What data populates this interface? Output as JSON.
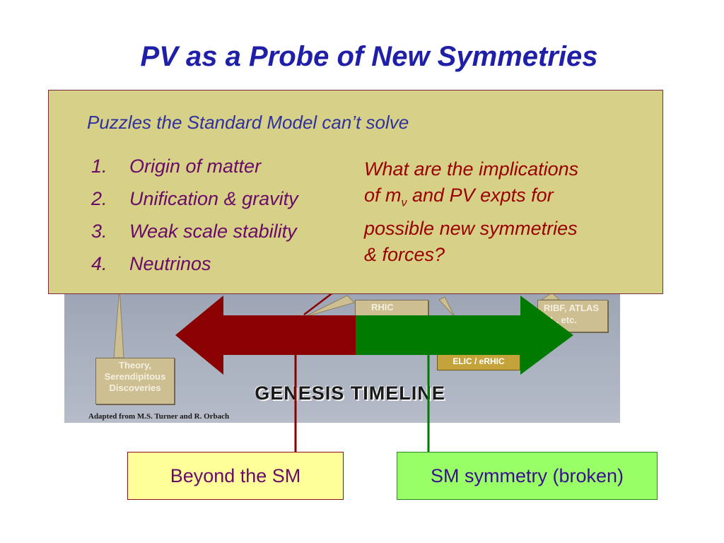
{
  "slide": {
    "title": "PV as a Probe of New Symmetries"
  },
  "timeline": {
    "theory_label_1": "Theory,",
    "theory_label_2": "Serendipitous",
    "theory_label_3": "Discoveries",
    "rhic_label": "RHIC",
    "rib_label_1": "RIBF, ATLAS",
    "rib_label_2": "CL, etc.",
    "elic_label": "ELIC / eRHIC",
    "heading": "GENESIS TIMELINE",
    "credit": "Adapted from M.S. Turner and R. Orbach"
  },
  "puzzles": {
    "heading": "Puzzles the Standard Model can’t solve",
    "items": [
      {
        "num": "1.",
        "text": "Origin of matter"
      },
      {
        "num": "2.",
        "text": "Unification & gravity"
      },
      {
        "num": "3.",
        "text": "Weak scale stability"
      },
      {
        "num": "4.",
        "text": "Neutrinos"
      }
    ],
    "question_line1": "What are the implications",
    "question_line2_prefix": "of m",
    "question_line2_sub": "ν",
    "question_line2_suffix": " and PV expts for",
    "question_line3": "possible new symmetries",
    "question_line4": "& forces?"
  },
  "boxes": {
    "beyond": "Beyond the SM",
    "sm": "SM symmetry (broken)"
  },
  "colors": {
    "title": "#1f1fa8",
    "red_arrow": "#8b0000",
    "green_arrow": "#007a00",
    "puzzle_box": "#d6d186"
  }
}
